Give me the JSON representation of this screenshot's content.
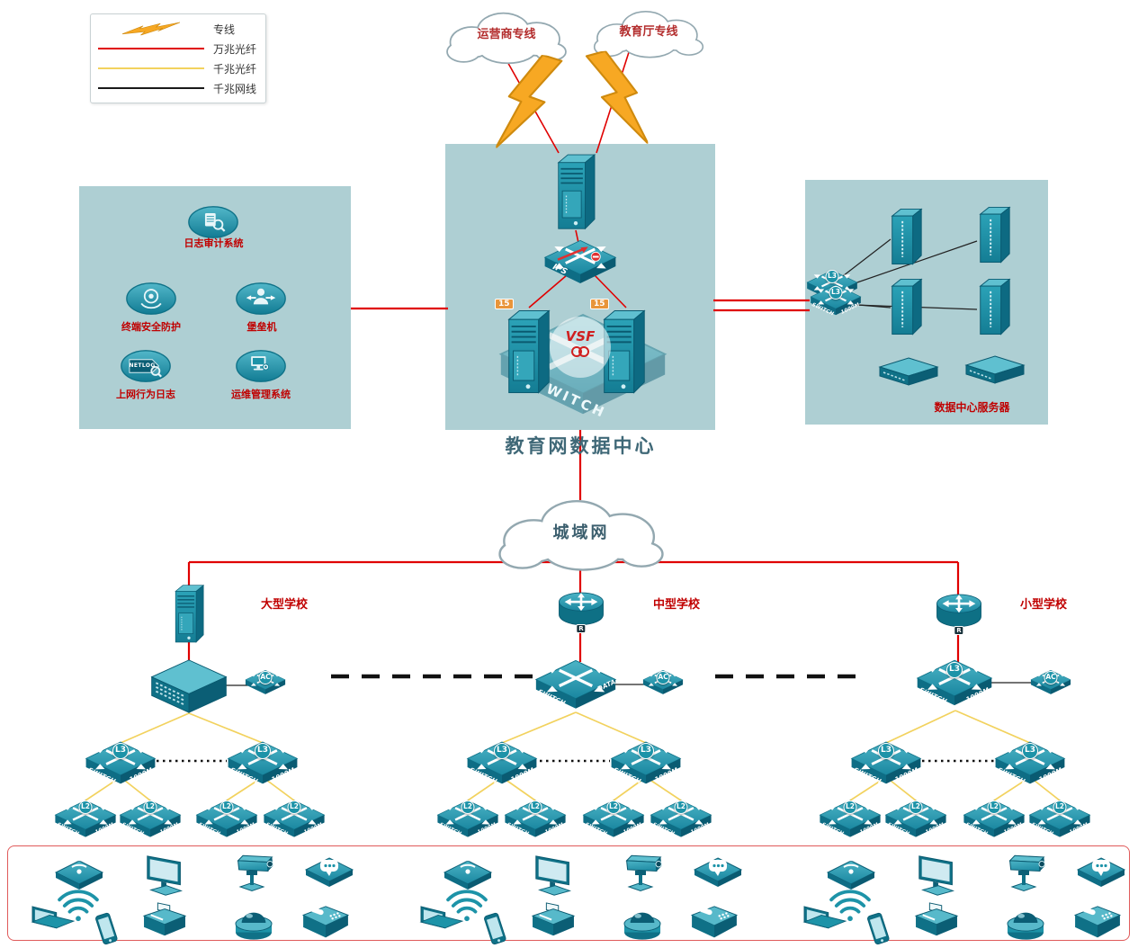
{
  "legend": {
    "items": [
      {
        "label": "专线",
        "type": "lightning",
        "color": "#f7a823"
      },
      {
        "label": "万兆光纤",
        "type": "line",
        "color": "#e00000"
      },
      {
        "label": "千兆光纤",
        "type": "line",
        "color": "#f2d25e"
      },
      {
        "label": "千兆网线",
        "type": "line",
        "color": "#1a1a1a"
      }
    ]
  },
  "clouds": {
    "carrier": "运营商专线",
    "education": "教育厅专线",
    "man": "城域网"
  },
  "datacenter": {
    "title": "教育网数据中心",
    "vsf_label": "VSF",
    "ips_label": "IPS",
    "core_switch_label": "SWITCH",
    "server_tag": "15"
  },
  "security_zone": {
    "items": [
      {
        "label": "日志审计系统"
      },
      {
        "label": "终端安全防护"
      },
      {
        "label": "堡垒机"
      },
      {
        "label": "上网行为日志",
        "icon_text": "NETLOG"
      },
      {
        "label": "运维管理系统"
      }
    ]
  },
  "server_zone": {
    "label": "数据中心服务器"
  },
  "schools": [
    {
      "name": "大型学校"
    },
    {
      "name": "中型学校"
    },
    {
      "name": "小型学校"
    }
  ],
  "labels": {
    "l3": "L3",
    "l2": "L2",
    "ac": "AC",
    "r": "R",
    "switch": "SWITCH",
    "speed": "1000M",
    "data": "DATA",
    "center": "CENTER"
  }
}
